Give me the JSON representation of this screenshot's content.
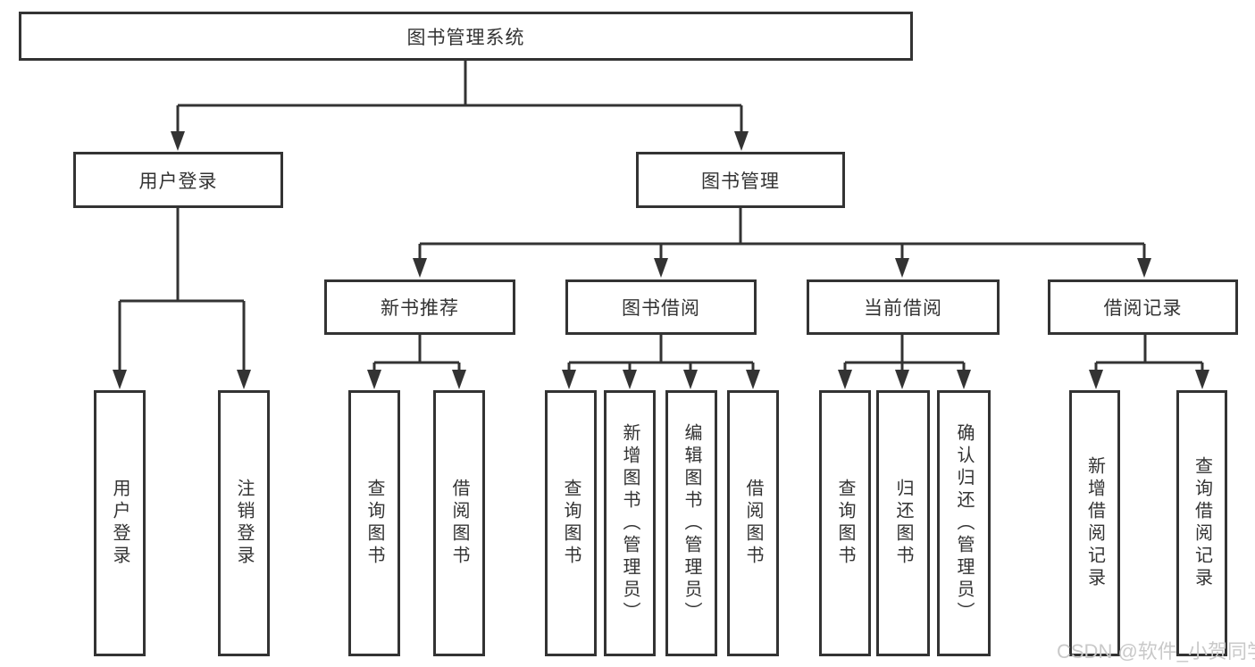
{
  "diagram": {
    "type": "hierarchy-tree",
    "root": {
      "label": "图书管理系统"
    },
    "level2": [
      {
        "label": "用户登录"
      },
      {
        "label": "图书管理"
      }
    ],
    "level3": [
      {
        "label": "新书推荐"
      },
      {
        "label": "图书借阅"
      },
      {
        "label": "当前借阅"
      },
      {
        "label": "借阅记录"
      }
    ],
    "leaves": {
      "user_login": [
        "用户登录",
        "注销登录"
      ],
      "new_books": [
        "查询图书",
        "借阅图书"
      ],
      "book_borrow": [
        "查询图书",
        "新增图书（管理员）",
        "编辑图书（管理员）",
        "借阅图书"
      ],
      "current_borrow": [
        "查询图书",
        "归还图书",
        "确认归还（管理员）"
      ],
      "borrow_records": [
        "新增借阅记录",
        "查询借阅记录"
      ]
    }
  },
  "watermark": "CSDN @软件_小贺同学",
  "colors": {
    "line": "#333333",
    "text": "#333333",
    "watermark": "#c9c9c9",
    "background": "#ffffff"
  }
}
